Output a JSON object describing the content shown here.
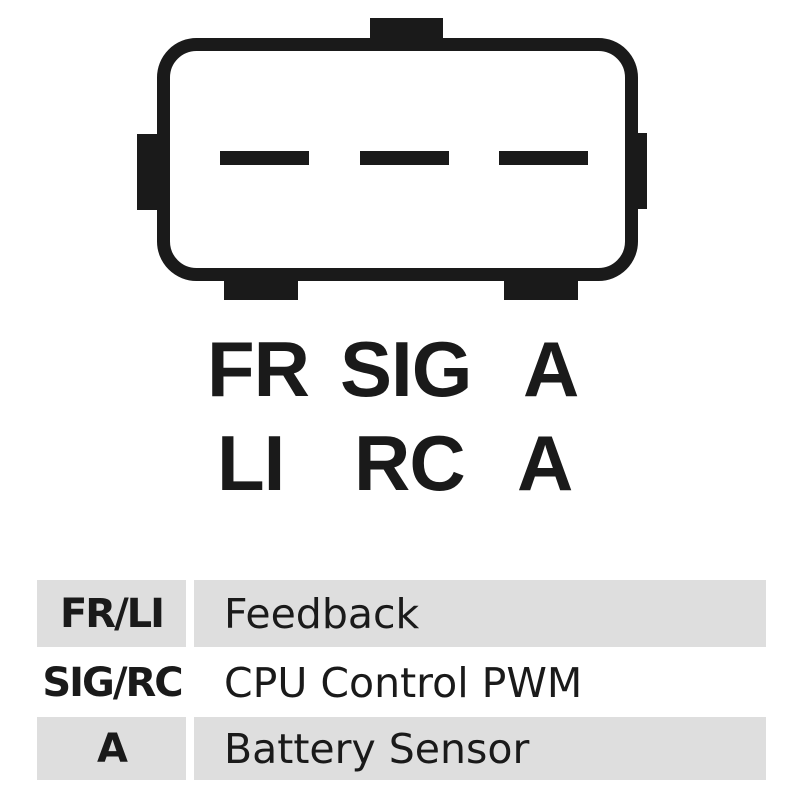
{
  "connector": {
    "pin_count": 3,
    "stroke_color": "#1a1a1a",
    "fill_color": "#ffffff"
  },
  "pin_labels": {
    "row1": [
      "FR",
      "SIG",
      "A"
    ],
    "row2": [
      "LI",
      "RC",
      "A"
    ]
  },
  "legend": {
    "shade_color": "#dedede",
    "rows": [
      {
        "code": "FR/LI",
        "description": "Feedback",
        "shaded": true
      },
      {
        "code": "SIG/RC",
        "description": "CPU Control PWM",
        "shaded": false
      },
      {
        "code": "A",
        "description": "Battery Sensor",
        "shaded": true
      }
    ]
  }
}
